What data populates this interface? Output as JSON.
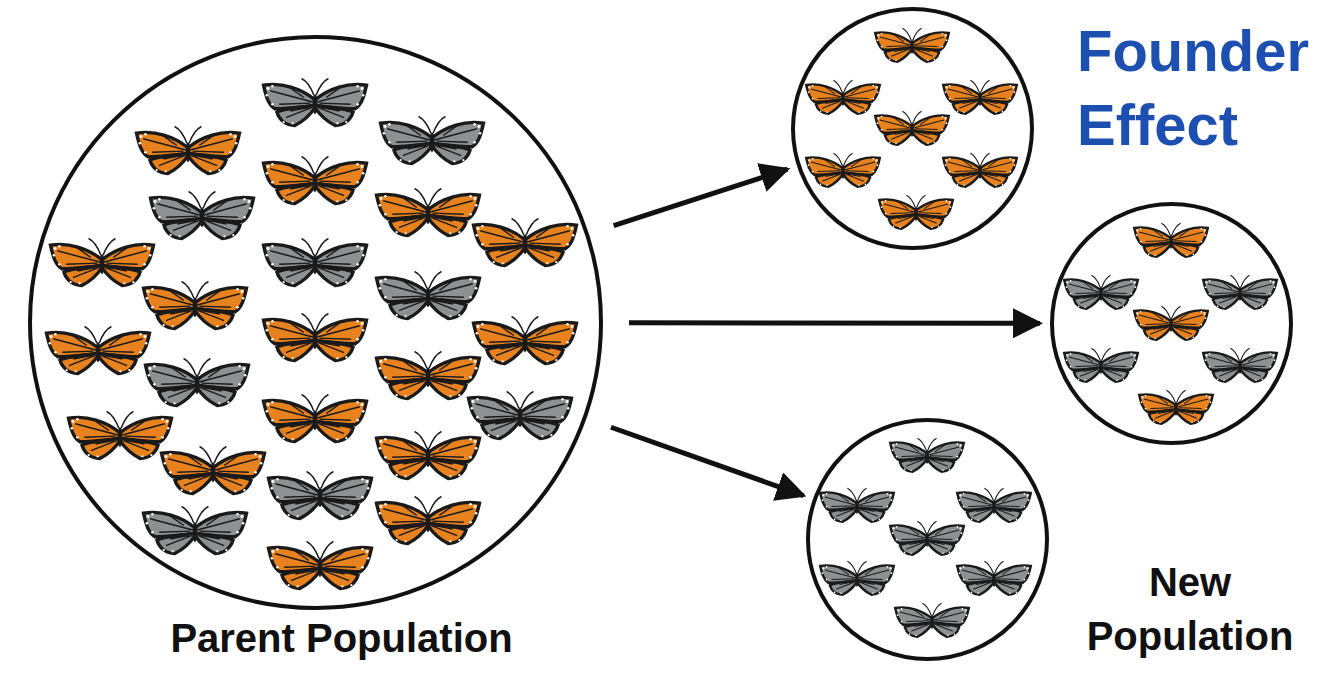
{
  "diagram": {
    "title": "Founder Effect",
    "nodes": [
      {
        "text": [
          "Parent Population"
        ]
      },
      {
        "text": []
      },
      {
        "text": []
      },
      {
        "text": []
      }
    ],
    "edges": [
      {
        "from": 0,
        "to": 1,
        "arrow": "to"
      },
      {
        "from": 0,
        "to": 2,
        "arrow": "to"
      },
      {
        "from": 0,
        "to": 3,
        "arrow": "to"
      }
    ],
    "labels": [
      "New Population"
    ]
  }
}
